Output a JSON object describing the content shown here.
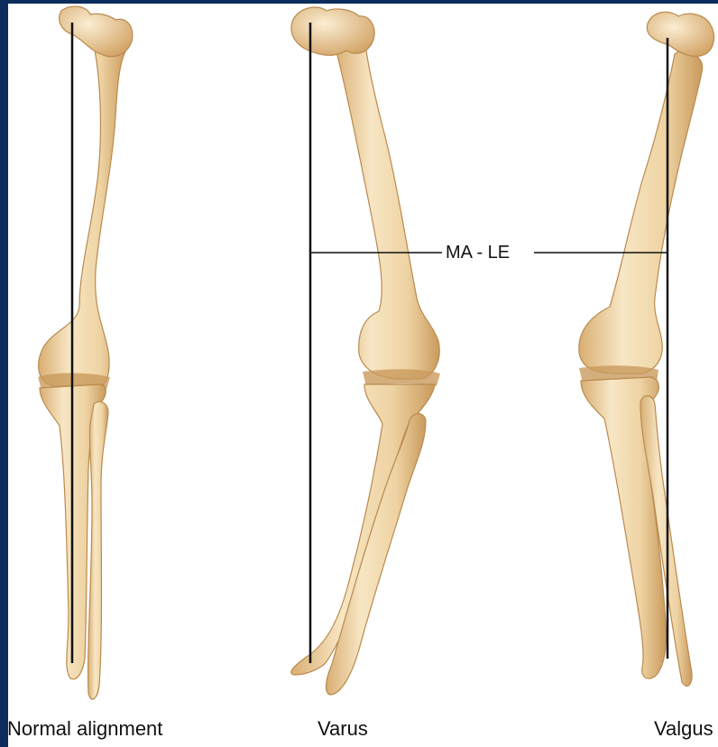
{
  "captions": {
    "normal": "Normal alignment",
    "varus": "Varus",
    "valgus": "Valgus"
  },
  "annotation": {
    "mechanical_axis_label": "MA - LE"
  },
  "colors": {
    "bone_light": "#f6e3bd",
    "bone_mid": "#e7c48c",
    "bone_dark": "#c99a5c",
    "axis_line": "#111111",
    "frame_edge": "#0c2c5c"
  }
}
